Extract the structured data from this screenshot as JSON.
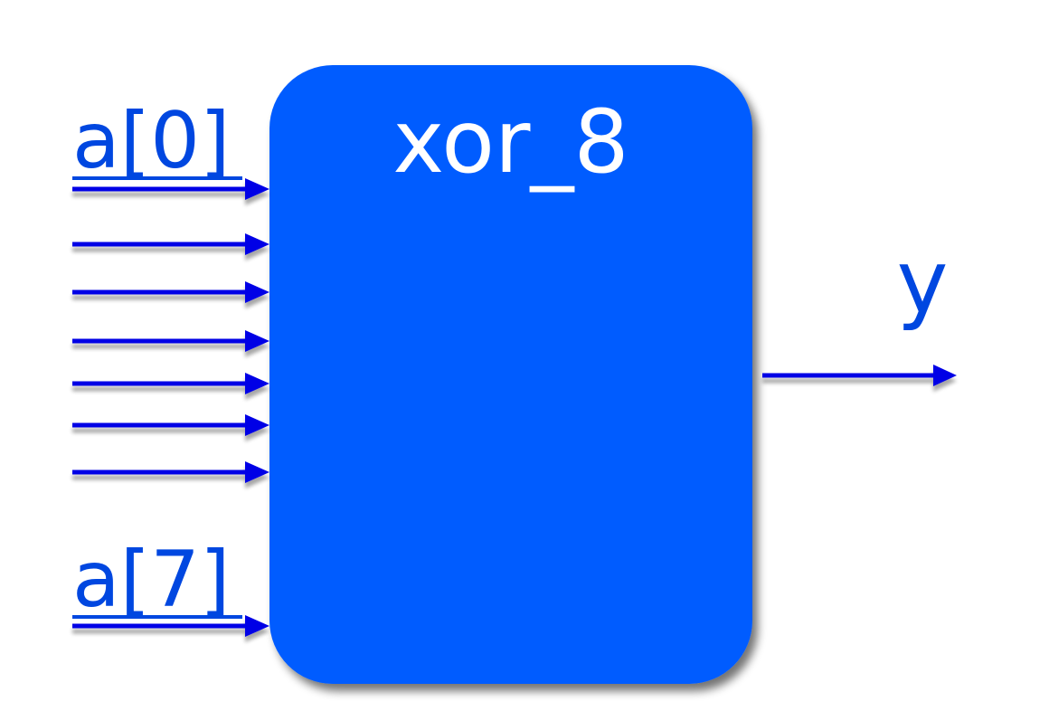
{
  "block": {
    "title": "xor_8",
    "fill_color": "#005cff",
    "shadow_color": "#555555"
  },
  "inputs": {
    "count": 8,
    "first_label": "a[0]",
    "last_label": "a[7]"
  },
  "output": {
    "label": "y"
  },
  "wire_color": "#0000e6",
  "label_color": "#0047e0",
  "wire_shadow_color": "#999999"
}
